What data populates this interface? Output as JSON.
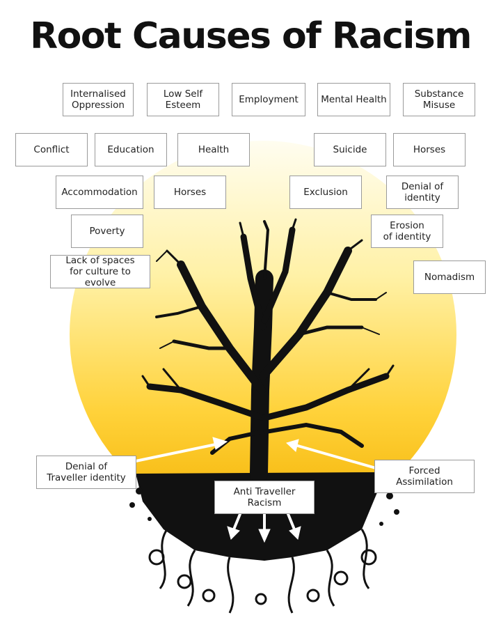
{
  "title": "Root Causes of Racism",
  "causes": {
    "internalised_oppression": "Internalised\nOppression",
    "low_self_esteem": "Low Self\nEsteem",
    "employment": "Employment",
    "mental_health": "Mental Health",
    "substance_misuse": "Substance\nMisuse",
    "conflict": "Conflict",
    "education": "Education",
    "health": "Health",
    "suicide": "Suicide",
    "horses_right": "Horses",
    "accommodation": "Accommodation",
    "horses_left": "Horses",
    "exclusion": "Exclusion",
    "denial_of_identity": "Denial of\nidentity",
    "poverty": "Poverty",
    "erosion_of_identity": "Erosion\nof identity",
    "lack_of_spaces": "Lack of spaces\nfor culture to evolve",
    "nomadism": "Nomadism"
  },
  "roots": {
    "denial_traveller_identity": "Denial of\nTraveller identity",
    "forced_assimilation": "Forced\nAssimilation",
    "anti_traveller_racism": "Anti Traveller\nRacism"
  },
  "colors": {
    "sun_top": "#fffce8",
    "sun_bottom": "#f5b800",
    "tree": "#111111",
    "arrow": "#ffffff"
  }
}
